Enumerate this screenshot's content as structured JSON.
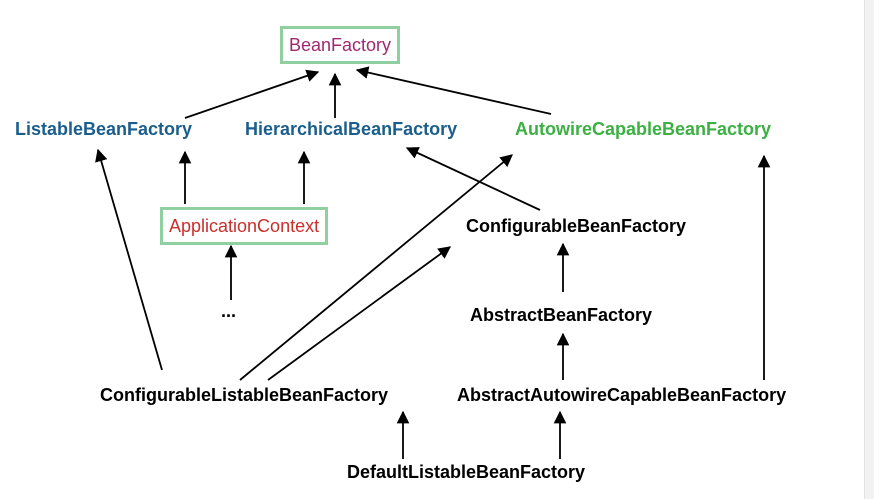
{
  "nodes": {
    "bean_factory": {
      "label": "BeanFactory",
      "color": "#a0286e"
    },
    "listable_bean_factory": {
      "label": "ListableBeanFactory",
      "color": "#1b5e8c"
    },
    "hierarchical_bean_factory": {
      "label": "HierarchicalBeanFactory",
      "color": "#1b5e8c"
    },
    "autowire_capable_bean_factory": {
      "label": "AutowireCapableBeanFactory",
      "color": "#3cb043"
    },
    "application_context": {
      "label": "ApplicationContext",
      "color": "#c8302c"
    },
    "ellipsis": {
      "label": "...",
      "color": "#000000"
    },
    "configurable_bean_factory": {
      "label": "ConfigurableBeanFactory",
      "color": "#000000"
    },
    "abstract_bean_factory": {
      "label": "AbstractBeanFactory",
      "color": "#000000"
    },
    "configurable_listable_bean_factory": {
      "label": "ConfigurableListableBeanFactory",
      "color": "#000000"
    },
    "abstract_autowire_capable_bean_factory": {
      "label": "AbstractAutowireCapableBeanFactory",
      "color": "#000000"
    },
    "default_listable_bean_factory": {
      "label": "DefaultListableBeanFactory",
      "color": "#000000"
    }
  },
  "edges": [
    {
      "from": "listable_bean_factory",
      "to": "bean_factory"
    },
    {
      "from": "hierarchical_bean_factory",
      "to": "bean_factory"
    },
    {
      "from": "autowire_capable_bean_factory",
      "to": "bean_factory"
    },
    {
      "from": "application_context",
      "to": "listable_bean_factory"
    },
    {
      "from": "application_context",
      "to": "hierarchical_bean_factory"
    },
    {
      "from": "ellipsis",
      "to": "application_context"
    },
    {
      "from": "configurable_bean_factory",
      "to": "hierarchical_bean_factory"
    },
    {
      "from": "abstract_bean_factory",
      "to": "configurable_bean_factory"
    },
    {
      "from": "abstract_autowire_capable_bean_factory",
      "to": "abstract_bean_factory"
    },
    {
      "from": "abstract_autowire_capable_bean_factory",
      "to": "autowire_capable_bean_factory"
    },
    {
      "from": "configurable_listable_bean_factory",
      "to": "listable_bean_factory"
    },
    {
      "from": "configurable_listable_bean_factory",
      "to": "autowire_capable_bean_factory"
    },
    {
      "from": "configurable_listable_bean_factory",
      "to": "configurable_bean_factory"
    },
    {
      "from": "default_listable_bean_factory",
      "to": "configurable_listable_bean_factory"
    },
    {
      "from": "default_listable_bean_factory",
      "to": "abstract_autowire_capable_bean_factory"
    }
  ]
}
